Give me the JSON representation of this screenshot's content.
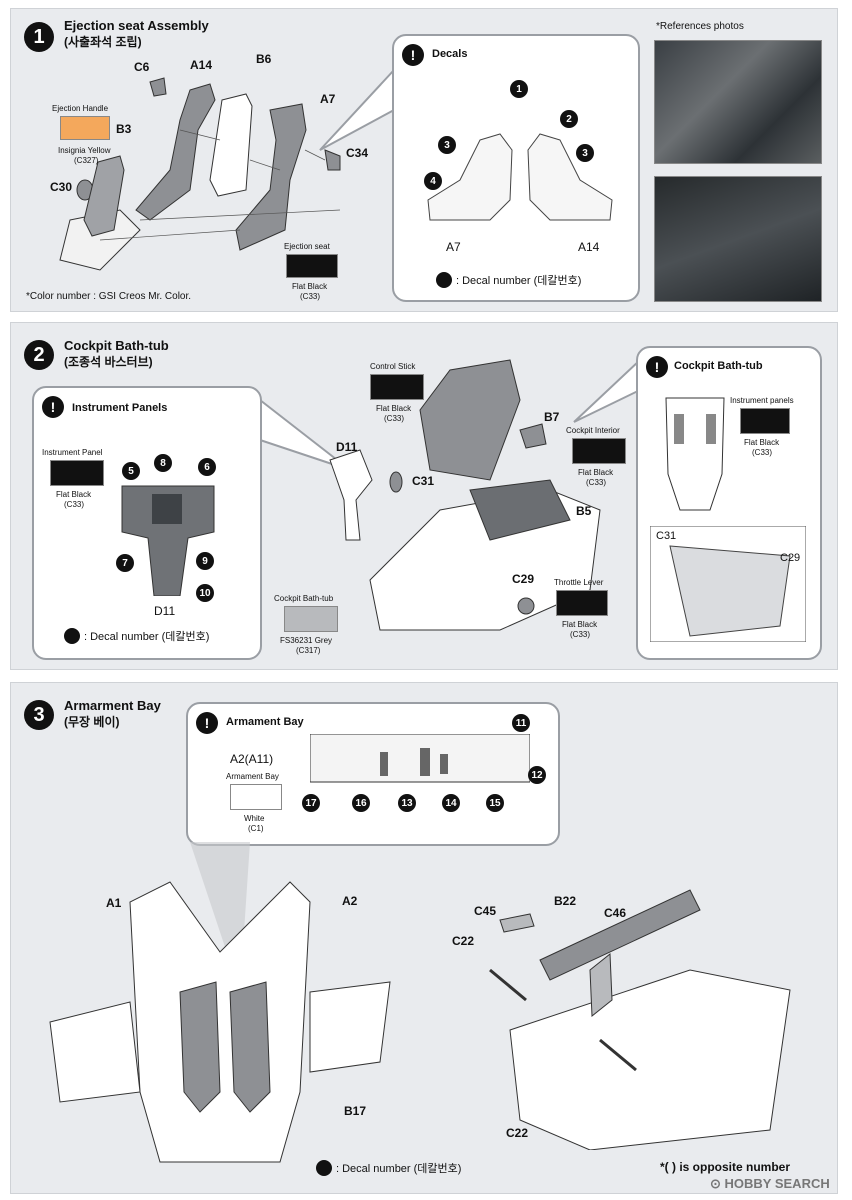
{
  "step1": {
    "number": "1",
    "title": "Ejection seat Assembly",
    "title_ko": "(사출좌석 조립)",
    "parts": {
      "c6": "C6",
      "a14": "A14",
      "b6": "B6",
      "a7": "A7",
      "b3": "B3",
      "c34": "C34",
      "c30": "C30"
    },
    "ejection_handle": {
      "label": "Ejection Handle",
      "color_name": "Insignia Yellow",
      "code": "(C327)",
      "hex": "#f4a85c"
    },
    "ejection_seat": {
      "label": "Ejection seat",
      "color_name": "Flat Black",
      "code": "(C33)",
      "hex": "#111111"
    },
    "color_note": "*Color number : GSI Creos Mr. Color.",
    "decals": {
      "title": "Decals",
      "labels": {
        "a7": "A7",
        "a14": "A14"
      },
      "nums": [
        "1",
        "2",
        "3",
        "3",
        "4"
      ],
      "legend": ": Decal number (데칼번호)"
    },
    "references_title": "*References photos"
  },
  "step2": {
    "number": "2",
    "title": "Cockpit Bath-tub",
    "title_ko": "(조종석 바스터브)",
    "instrument_panels": {
      "title": "Instrument Panels",
      "panel_label": "Instrument Panel",
      "color_name": "Flat Black",
      "code": "(C33)",
      "part": "D11",
      "nums": [
        "5",
        "8",
        "6",
        "7",
        "9",
        "10"
      ],
      "legend": ": Decal number (데칼번호)"
    },
    "parts": {
      "d11": "D11",
      "c31": "C31",
      "b7": "B7",
      "b5": "B5",
      "c29": "C29"
    },
    "control_stick": {
      "label": "Control Stick",
      "color_name": "Flat Black",
      "code": "(C33)"
    },
    "cockpit_interior": {
      "label": "Cockpit Interior",
      "color_name": "Flat Black",
      "code": "(C33)"
    },
    "throttle": {
      "label": "Throttle Lever",
      "color_name": "Flat Black",
      "code": "(C33)"
    },
    "bathtub_color": {
      "label": "Cockpit Bath-tub",
      "color_name": "FS36231 Grey",
      "code": "(C317)",
      "hex": "#b8babd"
    },
    "right_callout": {
      "title": "Cockpit Bath-tub",
      "label": "Instrument panels",
      "color_name": "Flat Black",
      "code": "(C33)",
      "c31": "C31",
      "c29": "C29"
    }
  },
  "step3": {
    "number": "3",
    "title": "Armarment Bay",
    "title_ko": "(무장 베이)",
    "callout": {
      "title": "Armament Bay",
      "part": "A2(A11)",
      "color_label": "Armament Bay",
      "color_name": "White",
      "code": "(C1)",
      "nums": [
        "11",
        "12",
        "17",
        "16",
        "13",
        "14",
        "15"
      ]
    },
    "parts": {
      "a1": "A1",
      "a2": "A2",
      "b17": "B17",
      "c45": "C45",
      "b22": "B22",
      "c46": "C46",
      "c22a": "C22",
      "c22b": "C22"
    },
    "legend": ": Decal number (데칼번호)",
    "opposite": "*(  ) is opposite number"
  },
  "watermark": "HOBBY SEARCH",
  "colors": {
    "black": "#111111",
    "panel_bg": "#e9ebee",
    "grey": "#b8babd",
    "yellow": "#f4a85c"
  }
}
